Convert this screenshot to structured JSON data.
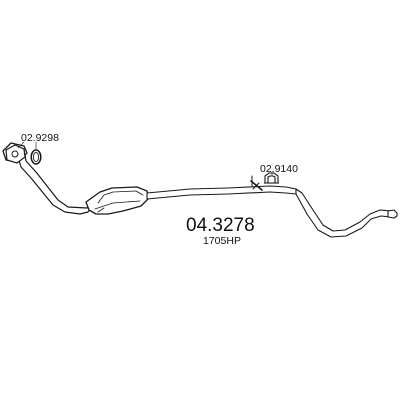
{
  "diagram": {
    "part_number": "04.3278",
    "catalog_code": "1705HP",
    "gasket_left_code": "02.9298",
    "clamp_right_code": "02.9140",
    "colors": {
      "line": "#1a1a1a",
      "fill": "#ffffff",
      "text": "#111111"
    }
  }
}
